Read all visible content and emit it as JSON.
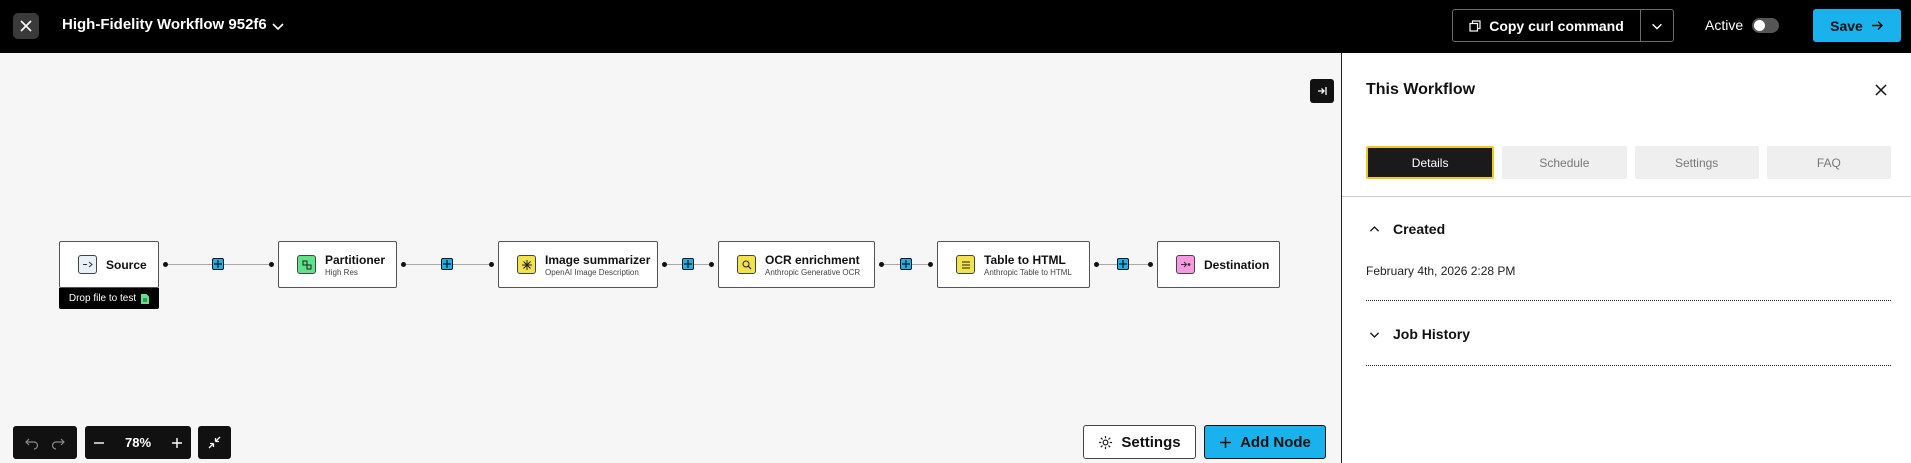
{
  "header": {
    "workflow_title": "High-Fidelity Workflow 952f6",
    "copy_curl_label": "Copy curl command",
    "active_label": "Active",
    "active_on": false,
    "save_label": "Save"
  },
  "canvas": {
    "nodes": [
      {
        "title": "Source",
        "subtitle": "",
        "icon": "source-icon",
        "icon_color": "#e6f1fb"
      },
      {
        "title": "Partitioner",
        "subtitle": "High Res",
        "icon": "partitioner-icon",
        "icon_color": "#5fe28a"
      },
      {
        "title": "Image summarizer",
        "subtitle": "OpenAI Image Description",
        "icon": "sparkle-icon",
        "icon_color": "#f2e24b"
      },
      {
        "title": "OCR enrichment",
        "subtitle": "Anthropic Generative OCR",
        "icon": "ocr-icon",
        "icon_color": "#f2e24b"
      },
      {
        "title": "Table to HTML",
        "subtitle": "Anthropic Table to HTML",
        "icon": "table-icon",
        "icon_color": "#f2e24b"
      },
      {
        "title": "Destination",
        "subtitle": "",
        "icon": "destination-icon",
        "icon_color": "#f59ae0"
      }
    ],
    "drop_hint": "Drop file to test",
    "zoom": "78%",
    "settings_label": "Settings",
    "add_node_label": "Add Node"
  },
  "panel": {
    "title": "This Workflow",
    "tabs": [
      {
        "label": "Details",
        "active": true
      },
      {
        "label": "Schedule",
        "active": false
      },
      {
        "label": "Settings",
        "active": false
      },
      {
        "label": "FAQ",
        "active": false
      }
    ],
    "created_label": "Created",
    "created_value": "February 4th, 2026 2:28 PM",
    "job_history_label": "Job History"
  },
  "colors": {
    "accent": "#1ab2ec",
    "header_bg": "#000000",
    "active_tab_border": "#f2c81b"
  }
}
